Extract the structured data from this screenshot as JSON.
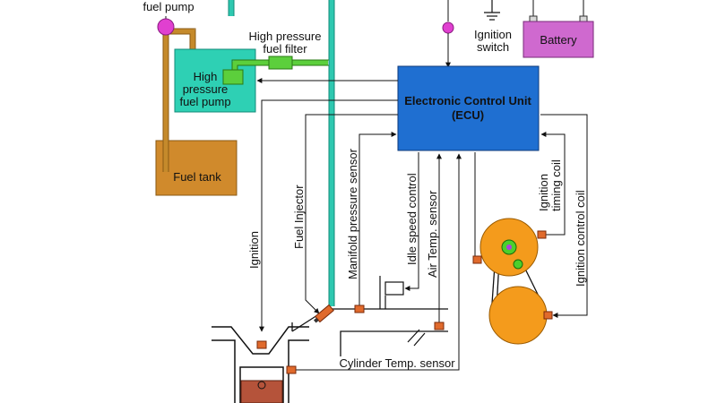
{
  "components": {
    "fuel_pump_label": "fuel pump",
    "hp_filter_line1": "High pressure",
    "hp_filter_line2": "fuel filter",
    "hp_pump_line1": "High",
    "hp_pump_line2": "pressure",
    "hp_pump_line3": "fuel pump",
    "fuel_tank": "Fuel tank",
    "ignition_switch_line1": "Ignition",
    "ignition_switch_line2": "switch",
    "battery": "Battery",
    "ecu_line1": "Electronic Control Unit",
    "ecu_line2": "(ECU)"
  },
  "signals": {
    "ignition": "Ignition",
    "fuel_injector": "Fuel Injector",
    "manifold_pressure_sensor": "Manifold pressure sensor",
    "idle_speed_control": "Idle speed control",
    "air_temp_sensor": "Air Temp. sensor",
    "ignition_timing_coil_line1": "Ignition",
    "ignition_timing_coil_line2": "timing coil",
    "ignition_control_coil": "Ignition control coil",
    "cylinder_temp_sensor": "Cylinder Temp. sensor"
  },
  "colors": {
    "ecu": "#1f6fd1",
    "hp_pump": "#2ed0b4",
    "fuel_tank": "#d08a2c",
    "battery": "#cf69cf",
    "filter": "#5ccf3c",
    "pipe_teal": "#2ec8b0",
    "pipe_brown": "#c58a2b",
    "sensor": "#e06a2c",
    "coil": "#f49b1c",
    "piston": "#b5533a",
    "magenta": "#e040d0"
  }
}
